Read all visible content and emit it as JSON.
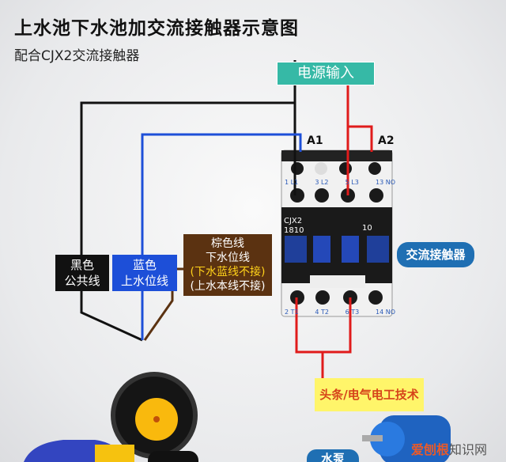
{
  "title": "上水池下水池加交流接触器示意图",
  "subtitle": "配合CJX2交流接触器",
  "power_label": "电源输入",
  "coil_labels": {
    "a1": "A1",
    "a2": "A2"
  },
  "contactor": {
    "model_line1": "CJX2",
    "model_line2": "1810",
    "aux": "10",
    "top_terminals": [
      "1 L1",
      "3 L2",
      "5 L3",
      "13 NO"
    ],
    "bottom_terminals": [
      "2 T1",
      "4 T2",
      "6 T3",
      "14 NO"
    ]
  },
  "labels": {
    "black": [
      "黑色",
      "公共线"
    ],
    "blue": [
      "蓝色",
      "上水位线"
    ],
    "brown": [
      "棕色线",
      "下水位线",
      "(下水蓝线不接)",
      "(上水本线不接)"
    ]
  },
  "contactor_bubble": "交流接触器",
  "source_box": "头条/电气电工技术",
  "pump_bubble": "水泵",
  "watermark": {
    "brand": "爱刨根",
    "rest": "知识网"
  },
  "colors": {
    "power": "#36b9a6",
    "blue_wire": "#1d4fd8",
    "red_wire": "#e01b1b",
    "brown": "#5b3211",
    "bubble": "#1f6fb3"
  }
}
